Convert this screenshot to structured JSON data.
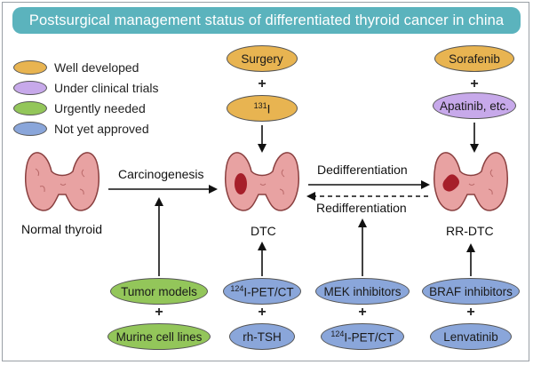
{
  "title": "Postsurgical management status of differentiated thyroid cancer in china",
  "legend": [
    {
      "label": "Well developed",
      "color": "#e8b451"
    },
    {
      "label": "Under clinical trials",
      "color": "#c7a9ea"
    },
    {
      "label": "Urgently needed",
      "color": "#93c65a"
    },
    {
      "label": "Not yet approved",
      "color": "#8aa6da"
    }
  ],
  "top_center": {
    "surgery": "Surgery",
    "plus": "+",
    "iodine": "131I"
  },
  "top_right": {
    "sorafenib": "Sorafenib",
    "plus": "+",
    "apatinib": "Apatinib, etc."
  },
  "stages": {
    "normal": "Normal thyroid",
    "dtc": "DTC",
    "rrdtc": "RR-DTC"
  },
  "arrows": {
    "carcinogenesis": "Carcinogenesis",
    "dedifferentiation": "Dedifferentiation",
    "redifferentiation": "Redifferentiation"
  },
  "bottom_left": {
    "tumor_models": "Tumor models",
    "plus": "+",
    "murine": "Murine cell lines"
  },
  "bottom_center": {
    "pet_ct": "124I-PET/CT",
    "plus": "+",
    "rh_tsh": "rh-TSH"
  },
  "bottom_mek": {
    "mek": "MEK inhibitors",
    "plus": "+",
    "pet_ct": "124I-PET/CT"
  },
  "bottom_right": {
    "braf": "BRAF inhibitors",
    "plus": "+",
    "lenvatinib": "Lenvatinib"
  },
  "icons": {
    "thyroid_normal": "thyroid-icon",
    "thyroid_dtc": "thyroid-tumor-icon",
    "thyroid_rrdtc": "thyroid-tumor-icon"
  }
}
